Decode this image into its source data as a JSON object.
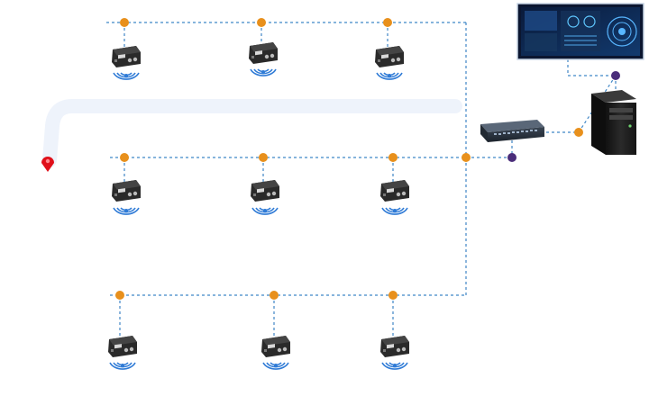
{
  "colors": {
    "background": "#ffffff",
    "bus_line": "#3f86c6",
    "orange_node": "#e8901c",
    "purple_node": "#4a2d7a",
    "red_marker": "#e0101a",
    "wifi": "#2f7bd6",
    "reader_body": "#2a2a2a",
    "trail": "#eef3fb"
  },
  "icons": {
    "reader": "rfid-reader-icon",
    "signal": "wifi-signal-icon",
    "switch": "network-switch-icon",
    "monitor": "dashboard-monitor-icon",
    "server": "server-tower-icon",
    "marker": "location-pin-icon"
  },
  "network": {
    "rows": [
      {
        "id": "row-1",
        "readers": 3
      },
      {
        "id": "row-2",
        "readers": 3
      },
      {
        "id": "row-3",
        "readers": 3
      }
    ],
    "devices": [
      "network-switch",
      "server-tower",
      "dashboard-monitor"
    ]
  }
}
